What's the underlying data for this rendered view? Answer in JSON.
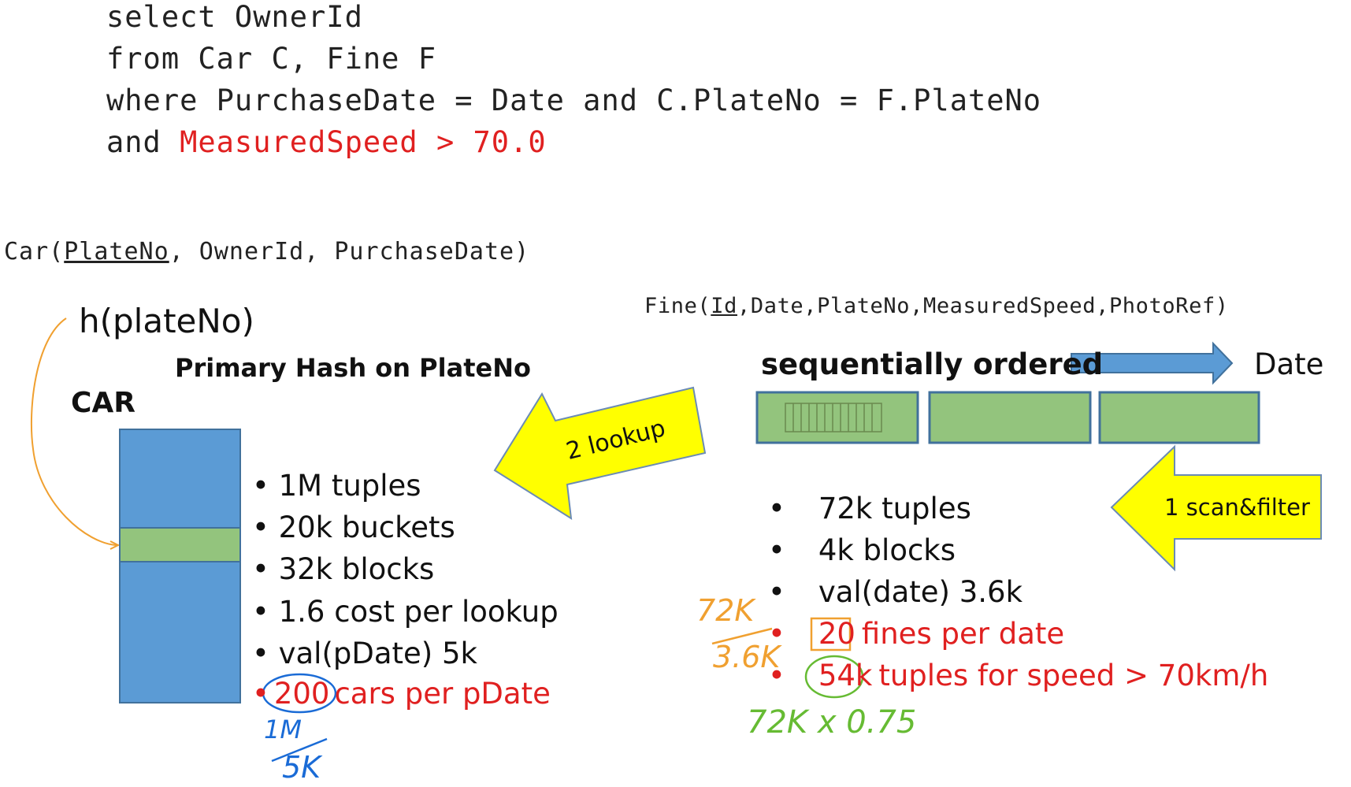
{
  "sql": {
    "line1": "select OwnerId",
    "line2": "from Car C, Fine F",
    "line3": "where PurchaseDate = Date and C.PlateNo = F.PlateNo",
    "line4_a": "and ",
    "line4_b": "MeasuredSpeed > 70.0"
  },
  "car_schema": {
    "name": "Car(",
    "key": "PlateNo",
    "rest": ", OwnerId, PurchaseDate)"
  },
  "fine_schema": {
    "name": "Fine(",
    "key": "Id",
    "rest": ",Date,PlateNo,MeasuredSpeed,PhotoRef)"
  },
  "car_side": {
    "hash_fn": "h(plateNo)",
    "title": "Primary Hash on PlateNo",
    "table": "CAR",
    "bullets": [
      "1M tuples",
      "20k buckets",
      "32k blocks",
      "1.6 cost per lookup",
      "val(pDate) 5k"
    ],
    "bullet_red_num": "200",
    "bullet_red_rest": "cars per pDate",
    "handwritten_num": "1M",
    "handwritten_den": "5K"
  },
  "fine_side": {
    "order_label": "sequentially ordered",
    "date_label": "Date",
    "bullets": [
      "72k tuples",
      "4k blocks",
      "val(date) 3.6k"
    ],
    "red1_num": "20",
    "red1_rest": "fines per date",
    "red2_num": "54k",
    "red2_rest": "tuples for speed > 70km/h",
    "handwritten_num": "72K",
    "handwritten_den": "3.6K",
    "handwritten_mult": "72K x 0.75"
  },
  "arrows": {
    "lookup": "2 lookup",
    "scan": "1 scan&filter"
  },
  "colors": {
    "blue": "#5b9bd5",
    "green": "#93c47d",
    "yellow": "#ffff00",
    "red": "#e02020",
    "orange": "#f0a030",
    "hand_green": "#66bb33",
    "hand_blue": "#1a6bd6"
  }
}
